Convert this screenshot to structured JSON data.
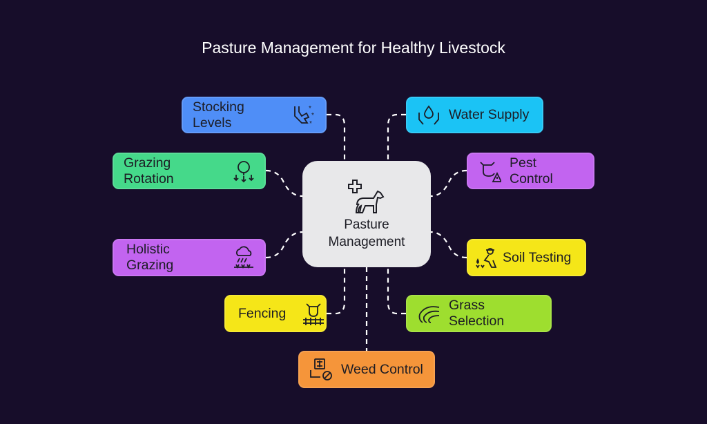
{
  "title": "Pasture Management for Healthy Livestock",
  "center": {
    "label_line1": "Pasture",
    "label_line2": "Management",
    "icon": "animal-health-icon"
  },
  "nodes": [
    {
      "label": "Stocking Levels",
      "icon": "hand-stars-icon",
      "color": "#4f8ef7"
    },
    {
      "label": "Water Supply",
      "icon": "water-hands-icon",
      "color": "#1bc3f5"
    },
    {
      "label": "Grazing Rotation",
      "icon": "tree-arrows-icon",
      "color": "#45d98a"
    },
    {
      "label": "Pest Control",
      "icon": "cow-warning-icon",
      "color": "#c264f0"
    },
    {
      "label": "Holistic Grazing",
      "icon": "rain-grass-icon",
      "color": "#c264f0"
    },
    {
      "label": "Soil Testing",
      "icon": "farmer-soil-icon",
      "color": "#f5e618"
    },
    {
      "label": "Fencing",
      "icon": "cow-fence-icon",
      "color": "#f5e618"
    },
    {
      "label": "Grass Selection",
      "icon": "grass-wave-icon",
      "color": "#9ede2f"
    },
    {
      "label": "Weed Control",
      "icon": "weed-ban-icon",
      "color": "#f5953a"
    }
  ]
}
